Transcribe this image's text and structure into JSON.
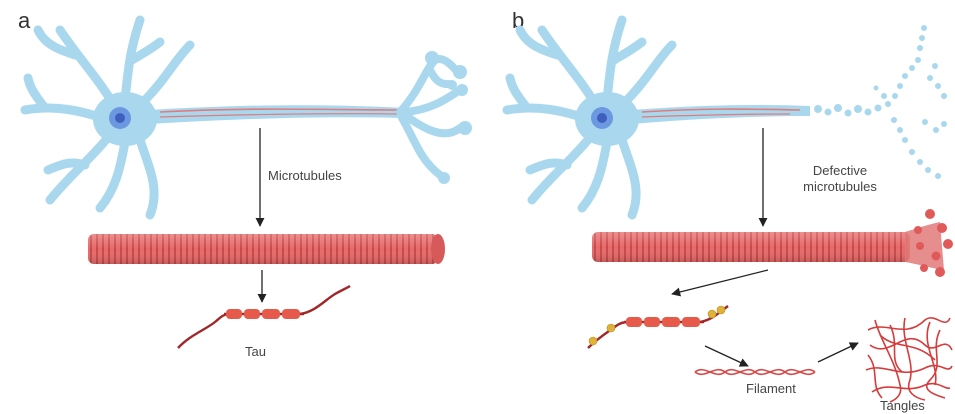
{
  "panels": {
    "a": {
      "letter": "a",
      "microtubules_label": "Microtubules",
      "tau_label": "Tau"
    },
    "b": {
      "letter": "b",
      "defective_label_line1": "Defective",
      "defective_label_line2": "microtubules",
      "filament_label": "Filament",
      "tangles_label": "Tangles"
    }
  },
  "colors": {
    "neuron": "#a9d8ee",
    "neuron_stroke": "#8cc6e2",
    "nucleus": "#4f7fd6",
    "microtubule": "#e26161",
    "microtubule_dark": "#c94545",
    "tau_strand": "#a0282a",
    "phosphate": "#e0b23a",
    "arrow": "#222222"
  }
}
